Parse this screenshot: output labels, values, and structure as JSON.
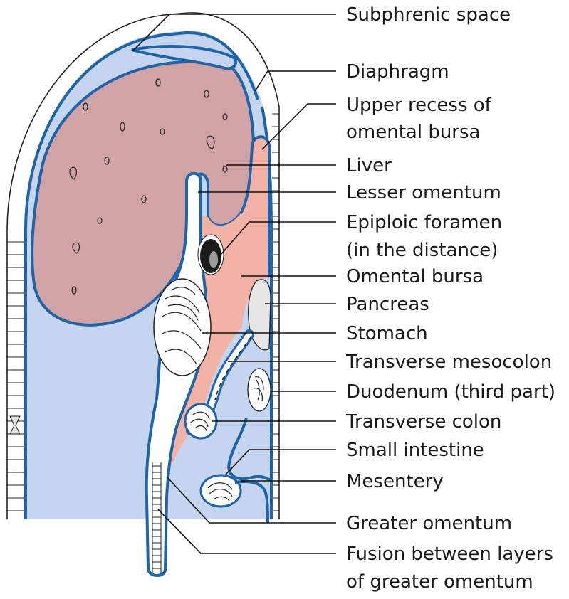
{
  "labels": {
    "subphrenic_space": "Subphrenic space",
    "diaphragm": "Diaphragm",
    "upper_recess_1": "Upper recess of",
    "upper_recess_2": "omental bursa",
    "liver": "Liver",
    "lesser_omentum": "Lesser omentum",
    "epiploic_foramen_1": "Epiploic foramen",
    "epiploic_foramen_2": "(in the distance)",
    "omental_bursa": "Omental bursa",
    "pancreas": "Pancreas",
    "stomach": "Stomach",
    "transverse_mesocolon": "Transverse mesocolon",
    "duodenum": "Duodenum (third part)",
    "transverse_colon": "Transverse colon",
    "small_intestine": "Small intestine",
    "mesentery": "Mesentery",
    "greater_omentum": "Greater omentum",
    "fusion_1": "Fusion between layers",
    "fusion_2": "of greater omentum"
  },
  "colors": {
    "peritoneal_cavity": "#c5d4ef",
    "liver": "#d2a3a6",
    "omental_bursa": "#f3b2a6",
    "outline": "#1f63a8",
    "pancreas": "#e6e6e6",
    "background": "#ffffff"
  }
}
